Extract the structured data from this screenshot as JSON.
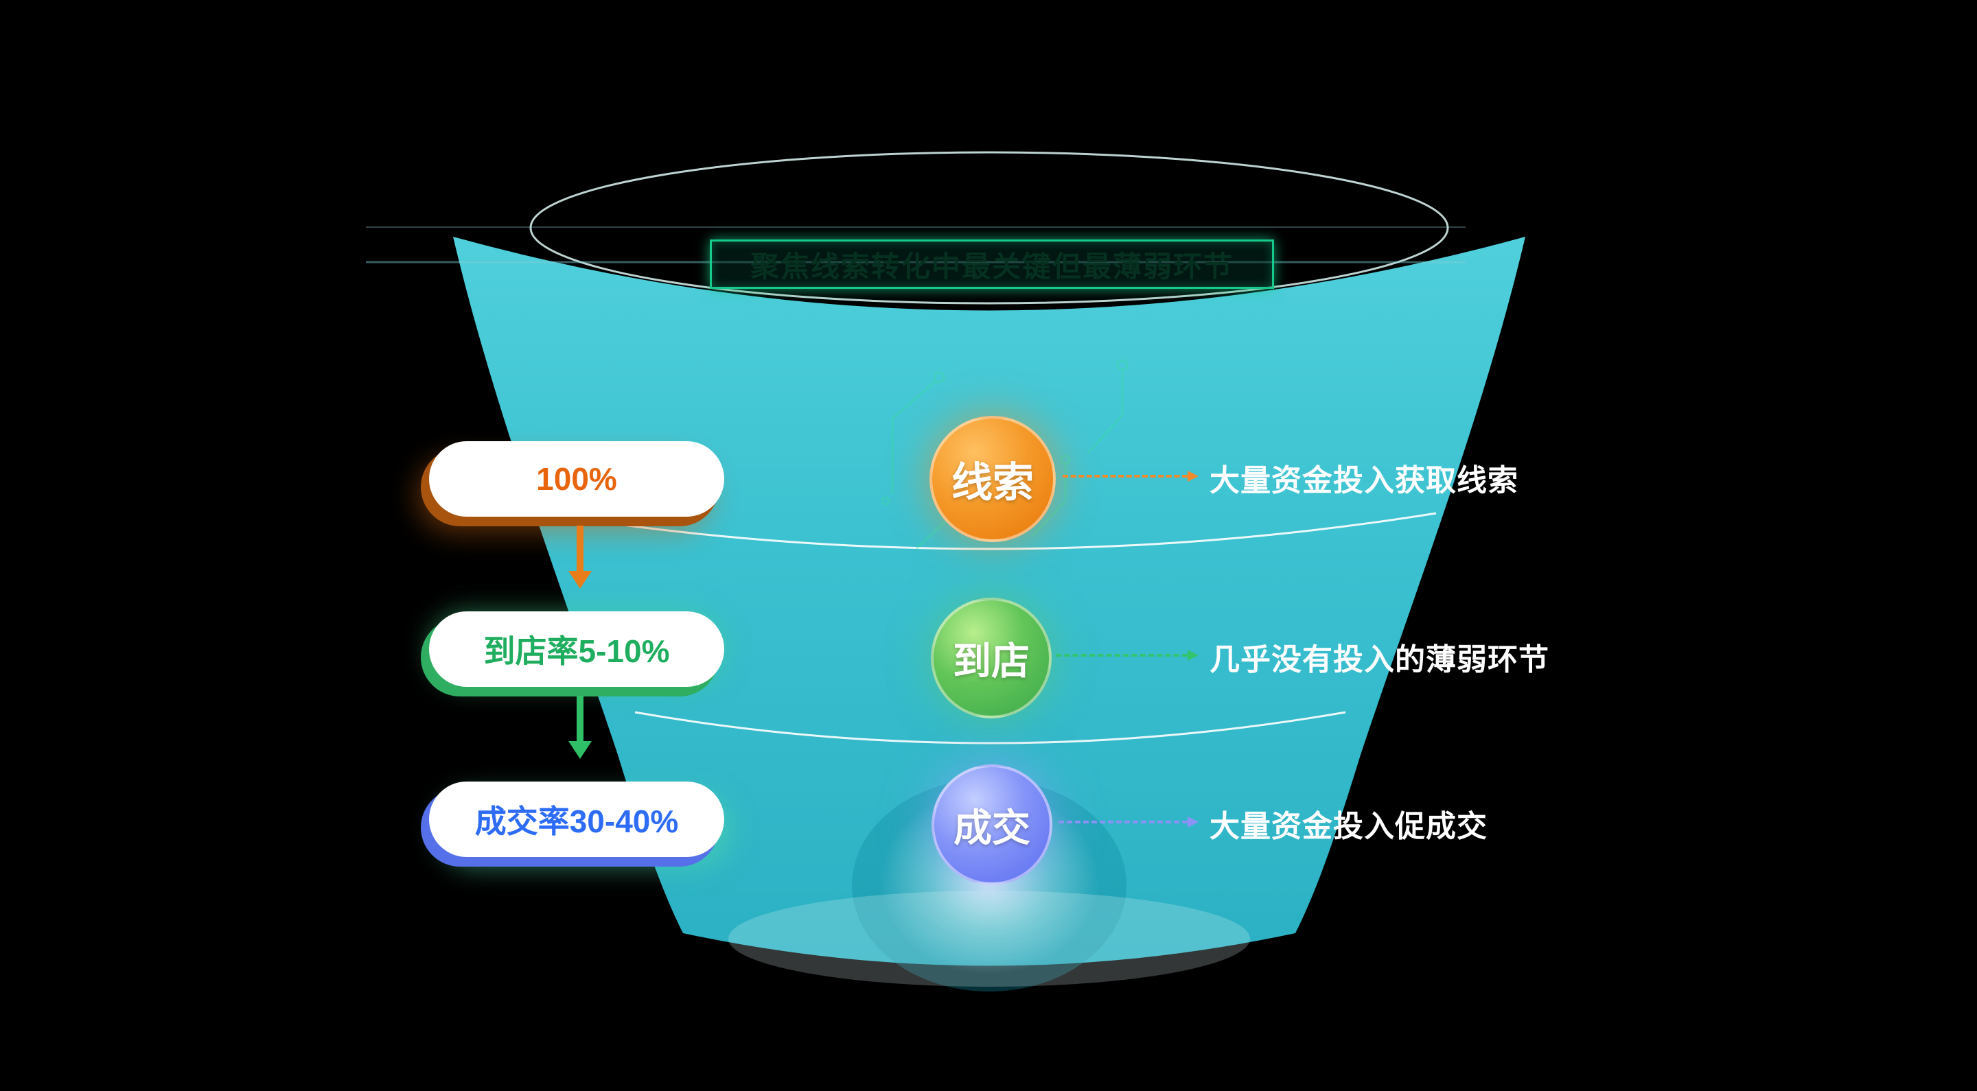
{
  "title": {
    "text": "聚焦线索转化中最关键但最薄弱环节"
  },
  "stages": [
    {
      "id": "leads",
      "circle_label": "线索",
      "pill_label": "100%",
      "annotation": "大量资金投入获取线索",
      "circle_color": "#f08a1d",
      "pill_text_color": "#e8650e",
      "connector_color": "#f08a2a"
    },
    {
      "id": "store-visit",
      "circle_label": "到店",
      "pill_label": "到店率5-10%",
      "annotation": "几乎没有投入的薄弱环节",
      "circle_color": "#47b84f",
      "pill_text_color": "#1fae5f",
      "connector_color": "#35c46e"
    },
    {
      "id": "deal",
      "circle_label": "成交",
      "pill_label": "成交率30-40%",
      "annotation": "大量资金投入促成交",
      "circle_color": "#6b7ef3",
      "pill_text_color": "#2e6cf6",
      "connector_color": "#8d92f6"
    }
  ],
  "colors": {
    "background": "#000000",
    "funnel_top": "#52d6e2",
    "funnel_bottom": "#2cb6c9",
    "title_border": "#17c98a",
    "level_arc": "#ffffff",
    "down_arrow_1": "#e87d1a",
    "down_arrow_2": "#2fbf66"
  }
}
